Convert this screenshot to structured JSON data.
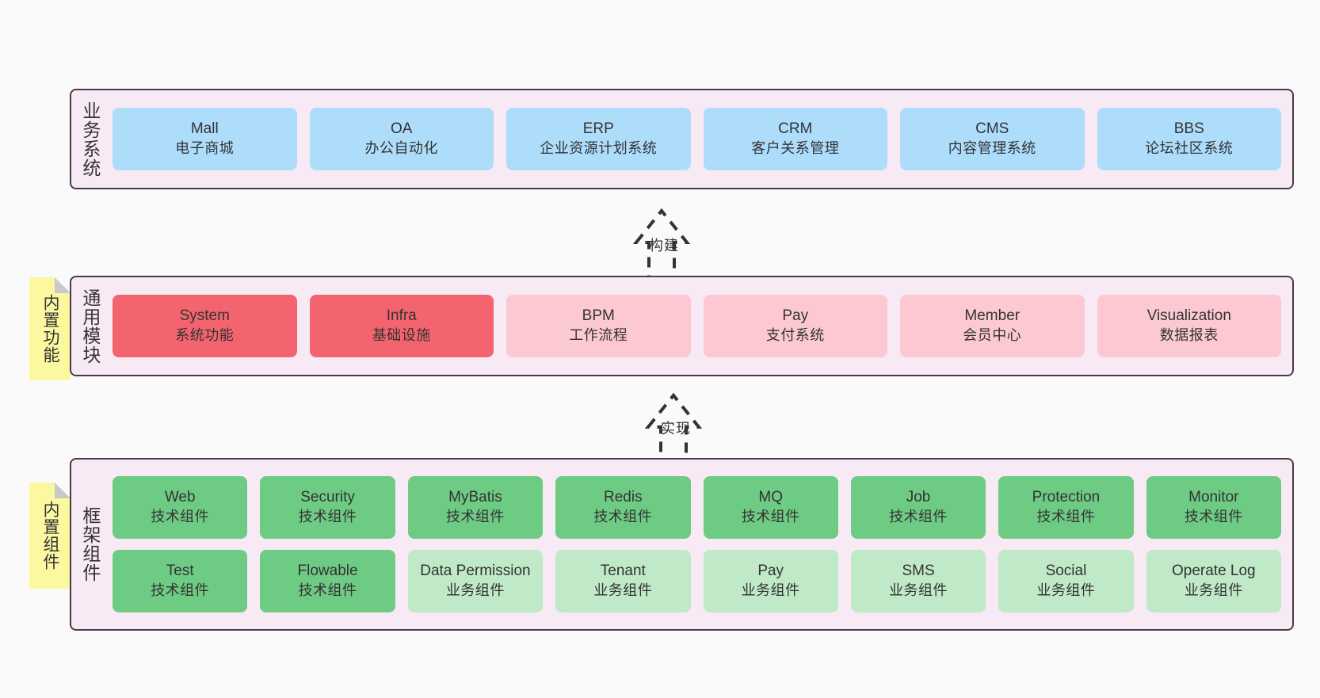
{
  "layers": [
    {
      "id": "business",
      "title": "业务系统",
      "rows": [
        [
          {
            "en": "Mall",
            "cn": "电子商城",
            "style": "blue"
          },
          {
            "en": "OA",
            "cn": "办公自动化",
            "style": "blue"
          },
          {
            "en": "ERP",
            "cn": "企业资源计划系统",
            "style": "blue"
          },
          {
            "en": "CRM",
            "cn": "客户关系管理",
            "style": "blue"
          },
          {
            "en": "CMS",
            "cn": "内容管理系统",
            "style": "blue"
          },
          {
            "en": "BBS",
            "cn": "论坛社区系统",
            "style": "blue"
          }
        ]
      ]
    },
    {
      "id": "modules",
      "title": "通用模块",
      "rows": [
        [
          {
            "en": "System",
            "cn": "系统功能",
            "style": "red"
          },
          {
            "en": "Infra",
            "cn": "基础设施",
            "style": "red"
          },
          {
            "en": "BPM",
            "cn": "工作流程",
            "style": "pink"
          },
          {
            "en": "Pay",
            "cn": "支付系统",
            "style": "pink"
          },
          {
            "en": "Member",
            "cn": "会员中心",
            "style": "pink"
          },
          {
            "en": "Visualization",
            "cn": "数据报表",
            "style": "pink"
          }
        ]
      ]
    },
    {
      "id": "framework",
      "title": "框架组件",
      "rows": [
        [
          {
            "en": "Web",
            "cn": "技术组件",
            "style": "green"
          },
          {
            "en": "Security",
            "cn": "技术组件",
            "style": "green"
          },
          {
            "en": "MyBatis",
            "cn": "技术组件",
            "style": "green"
          },
          {
            "en": "Redis",
            "cn": "技术组件",
            "style": "green"
          },
          {
            "en": "MQ",
            "cn": "技术组件",
            "style": "green"
          },
          {
            "en": "Job",
            "cn": "技术组件",
            "style": "green"
          },
          {
            "en": "Protection",
            "cn": "技术组件",
            "style": "green"
          },
          {
            "en": "Monitor",
            "cn": "技术组件",
            "style": "green"
          }
        ],
        [
          {
            "en": "Test",
            "cn": "技术组件",
            "style": "green"
          },
          {
            "en": "Flowable",
            "cn": "技术组件",
            "style": "green"
          },
          {
            "en": "Data Permission",
            "cn": "业务组件",
            "style": "green-light"
          },
          {
            "en": "Tenant",
            "cn": "业务组件",
            "style": "green-light"
          },
          {
            "en": "Pay",
            "cn": "业务组件",
            "style": "green-light"
          },
          {
            "en": "SMS",
            "cn": "业务组件",
            "style": "green-light"
          },
          {
            "en": "Social",
            "cn": "业务组件",
            "style": "green-light"
          },
          {
            "en": "Operate Log",
            "cn": "业务组件",
            "style": "green-light"
          }
        ]
      ]
    }
  ],
  "notes": [
    {
      "id": "functions",
      "label": "内置功能"
    },
    {
      "id": "components",
      "label": "内置组件"
    }
  ],
  "arrows": [
    {
      "id": "build",
      "label": "构建"
    },
    {
      "id": "impl",
      "label": "实现"
    }
  ],
  "colors": {
    "background": "#fafafa",
    "layer_fill": "#f8eaf4",
    "layer_border": "#4a3a46",
    "blue": "#aeddfb",
    "red": "#f4646e",
    "pink": "#fcc9d2",
    "green": "#6ecb84",
    "green_light": "#c0e9c8",
    "note_yellow": "#fbf8a0",
    "text": "#333333"
  }
}
